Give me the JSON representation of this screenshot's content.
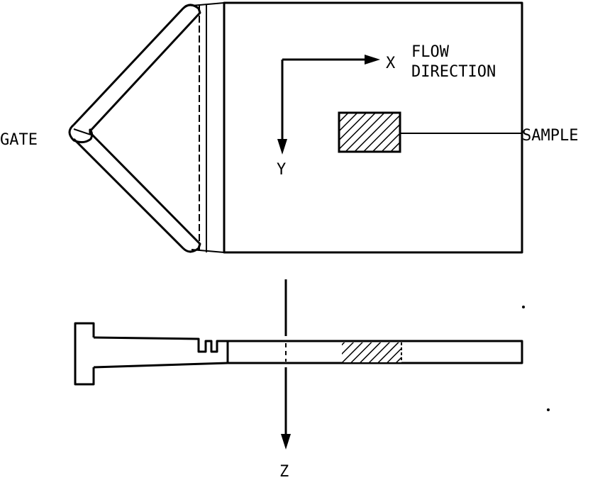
{
  "labels": {
    "x_axis": "X",
    "flow_line1": "FLOW",
    "flow_line2": "DIRECTION",
    "y_axis": "Y",
    "gate": "GATE",
    "sample": "SAMPLE",
    "z_axis": "Z"
  }
}
